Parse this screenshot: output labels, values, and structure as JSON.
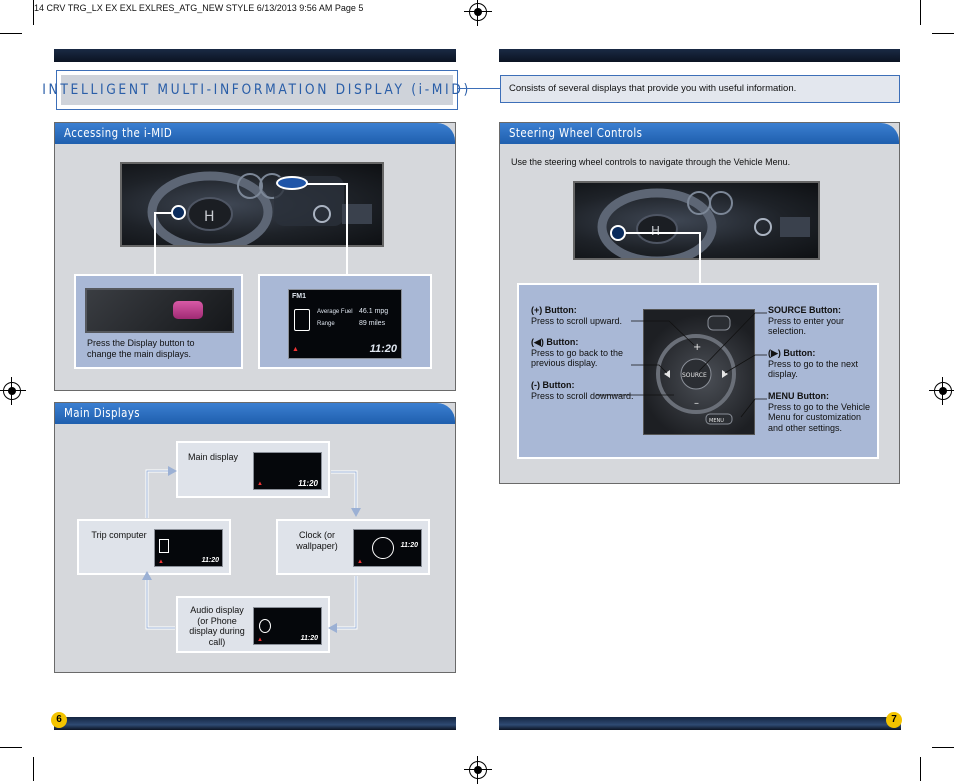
{
  "slug": "14 CRV TRG_LX EX EXL EXLRES_ATG_NEW STYLE  6/13/2013  9:56 AM  Page 5",
  "title": "INTELLIGENT MULTI-INFORMATION DISPLAY (i-MID)",
  "description": "Consists of several displays that provide you with useful information.",
  "accessing": {
    "tab": "Accessing the i-MID",
    "caption": "Press the Display button to change the main displays.",
    "screen": {
      "station": "FM1",
      "avg_label": "Average Fuel",
      "avg_value": "46.1 mpg",
      "range_label": "Range",
      "range_value": "89 miles",
      "time": "11:20"
    }
  },
  "main_displays": {
    "tab": "Main Displays",
    "main": {
      "label": "Main display",
      "time": "11:20"
    },
    "trip": {
      "label": "Trip computer",
      "time": "11:20"
    },
    "clock": {
      "label": "Clock (or wallpaper)",
      "time": "11:20"
    },
    "audio": {
      "label": "Audio display (or Phone display during call)",
      "time": "11:20"
    }
  },
  "steering": {
    "tab": "Steering Wheel Controls",
    "intro": "Use the steering wheel controls to navigate through the Vehicle Menu.",
    "plus_title": "(+) Button:",
    "plus_text": "Press to scroll upward.",
    "left_title": "(◀) Button:",
    "left_text": "Press to go back to the previous display.",
    "minus_title": "(-) Button:",
    "minus_text": "Press to scroll downward.",
    "source_title": "SOURCE Button:",
    "source_text": "Press to enter your selection.",
    "right_title": "(▶) Button:",
    "right_text": "Press to go to the next display.",
    "menu_title": "MENU Button:",
    "menu_text": "Press to go to the Vehicle Menu for customization and other settings.",
    "wheel_source": "SOURCE",
    "wheel_menu": "MENU"
  },
  "pages": {
    "left": "6",
    "right": "7"
  },
  "colors": {
    "accent": "#2a5ea8",
    "panel": "#d6d8dc",
    "callout": "#a9b8d6",
    "page_badge": "#f4c400"
  }
}
